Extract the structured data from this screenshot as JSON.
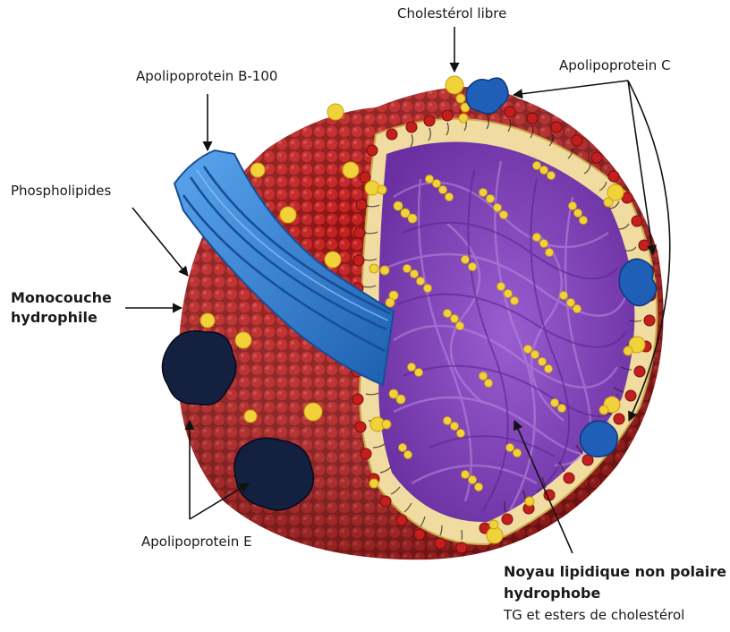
{
  "labels": {
    "cholesterol_free": "Cholestérol libre",
    "apo_b100": "Apolipoprotein B-100",
    "apo_c": "Apolipoprotein C",
    "phospholipids": "Phospholipides",
    "monolayer_line1": "Monocouche",
    "monolayer_line2": "hydrophile",
    "apo_e": "Apolipoprotein E",
    "core_line1": "Noyau lipidique non polaire",
    "core_line2": "hydrophobe",
    "core_line3": "TG et esters de cholestérol"
  },
  "colors": {
    "phospholipid_head": "#b01818",
    "phospholipid_shade": "#7a0c0c",
    "free_cholesterol": "#f2d23a",
    "apo_b100": "#2f7fd6",
    "apo_c": "#1f5fb8",
    "apo_e": "#14203f",
    "core": "#7a3fb0",
    "core_light": "#a06ad0",
    "monolayer_band": "#f0dca0"
  }
}
